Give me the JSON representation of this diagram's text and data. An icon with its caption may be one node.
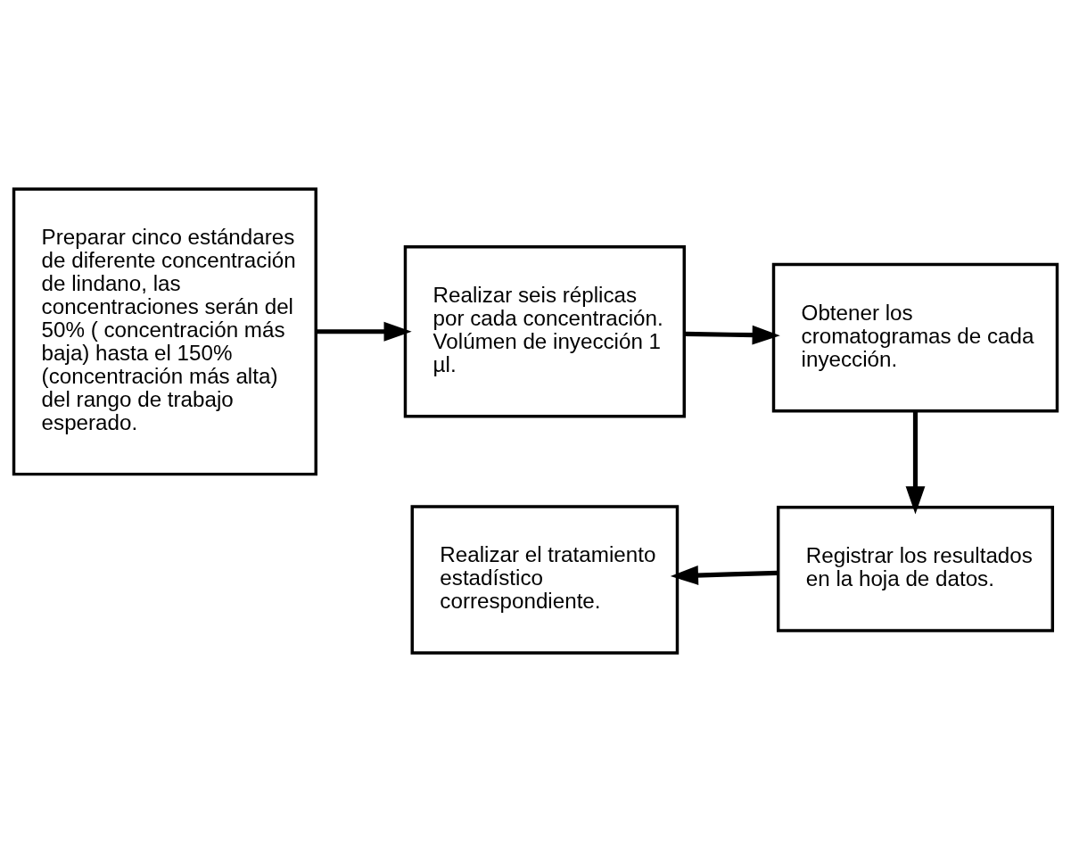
{
  "diagram": {
    "nodes": [
      {
        "text": [
          "Preparar cinco estándares de diferente concentración de lindano, las concentraciones serán del 50% ( concentración más baja) hasta el 150% (concentración más alta) del rango de trabajo esperado."
        ]
      },
      {
        "text": [
          "Realizar seis réplicas por cada concentración. Volúmen de inyección 1 µl."
        ]
      },
      {
        "text": [
          "Obtener los cromatogramas de cada inyección."
        ]
      },
      {
        "text": [
          "Registrar los resultados en la hoja de datos."
        ]
      },
      {
        "text": [
          "Realizar el tratamiento estadístico correspondiente."
        ]
      }
    ],
    "edges": [
      {
        "from": 0,
        "to": 1,
        "arrow": "to"
      },
      {
        "from": 1,
        "to": 2,
        "arrow": "to"
      },
      {
        "from": 2,
        "to": 3,
        "arrow": "to"
      },
      {
        "from": 3,
        "to": 4,
        "arrow": "to"
      }
    ]
  }
}
